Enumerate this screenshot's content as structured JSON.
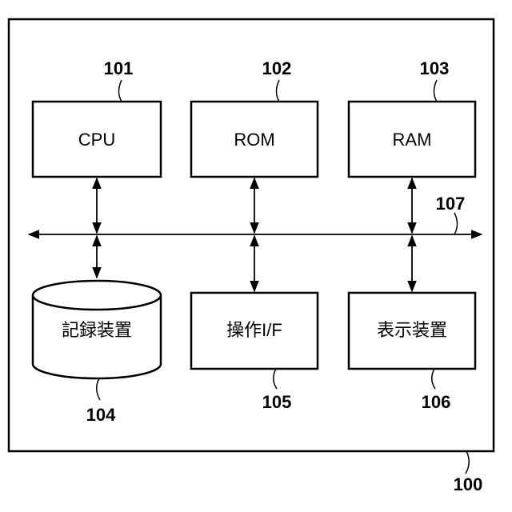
{
  "diagram": {
    "device_ref": "100",
    "bus_ref": "107",
    "blocks": {
      "cpu": {
        "ref": "101",
        "label": "CPU"
      },
      "rom": {
        "ref": "102",
        "label": "ROM"
      },
      "ram": {
        "ref": "103",
        "label": "RAM"
      },
      "storage": {
        "ref": "104",
        "label": "記録装置"
      },
      "operation_if": {
        "ref": "105",
        "label": "操作I/F"
      },
      "display": {
        "ref": "106",
        "label": "表示装置"
      }
    }
  }
}
